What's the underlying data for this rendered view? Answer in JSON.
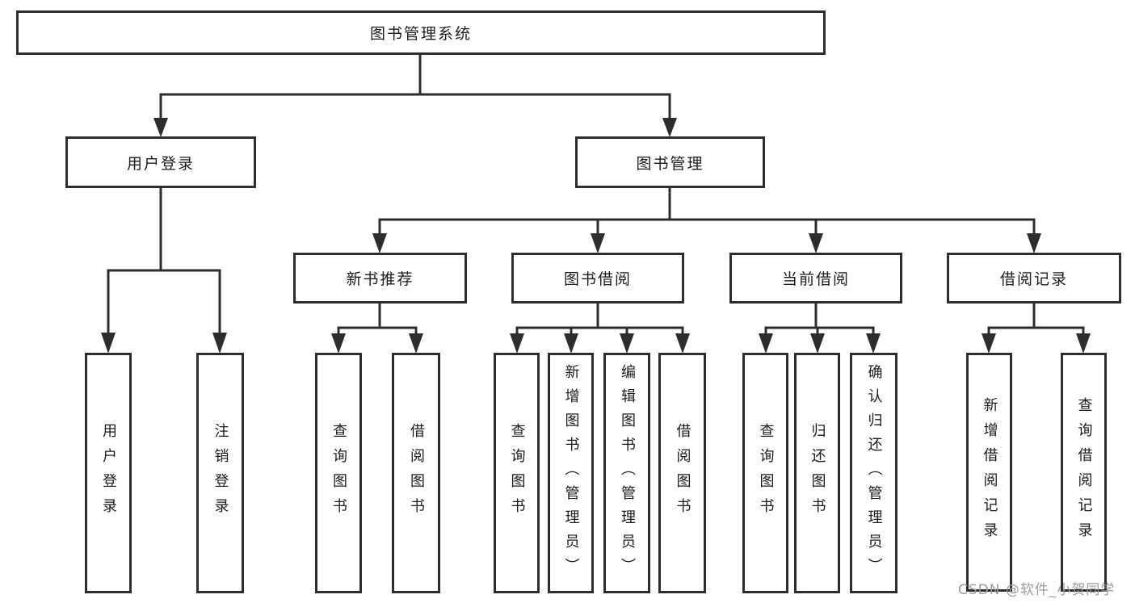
{
  "diagram": {
    "title": "图书管理系统",
    "type": "hierarchy-tree",
    "watermark": "CSDN @软件_小贺同学",
    "colors": {
      "line": "#2d2d2d",
      "text": "#1b1b1b",
      "watermark": "#9b9b9b",
      "background": "#ffffff"
    },
    "nodes": {
      "root": {
        "label": "图书管理系统",
        "level": 1
      },
      "user_login": {
        "label": "用户登录",
        "level": 2
      },
      "book_mgmt": {
        "label": "图书管理",
        "level": 2
      },
      "new_books": {
        "label": "新书推荐",
        "level": 3
      },
      "book_borrow": {
        "label": "图书借阅",
        "level": 3
      },
      "current_borrow": {
        "label": "当前借阅",
        "level": 3
      },
      "borrow_records": {
        "label": "借阅记录",
        "level": 3
      },
      "leaf_user_login": {
        "label": "用户登录",
        "level": 4
      },
      "leaf_logout": {
        "label": "注销登录",
        "level": 4
      },
      "leaf_query_books_1": {
        "label": "查询图书",
        "level": 4
      },
      "leaf_borrow_books_1": {
        "label": "借阅图书",
        "level": 4
      },
      "leaf_query_books_2": {
        "label": "查询图书",
        "level": 4
      },
      "leaf_add_books": {
        "label": "新增图书（管理员）",
        "level": 4
      },
      "leaf_edit_books": {
        "label": "编辑图书（管理员）",
        "level": 4
      },
      "leaf_borrow_books_2": {
        "label": "借阅图书",
        "level": 4
      },
      "leaf_query_books_3": {
        "label": "查询图书",
        "level": 4
      },
      "leaf_return_books": {
        "label": "归还图书",
        "level": 4
      },
      "leaf_confirm_return": {
        "label": "确认归还（管理员）",
        "level": 4
      },
      "leaf_add_record": {
        "label": "新增借阅记录",
        "level": 4
      },
      "leaf_query_record": {
        "label": "查询借阅记录",
        "level": 4
      }
    },
    "edges": [
      [
        "root",
        "user_login"
      ],
      [
        "root",
        "book_mgmt"
      ],
      [
        "user_login",
        "leaf_user_login"
      ],
      [
        "user_login",
        "leaf_logout"
      ],
      [
        "book_mgmt",
        "new_books"
      ],
      [
        "book_mgmt",
        "book_borrow"
      ],
      [
        "book_mgmt",
        "current_borrow"
      ],
      [
        "book_mgmt",
        "borrow_records"
      ],
      [
        "new_books",
        "leaf_query_books_1"
      ],
      [
        "new_books",
        "leaf_borrow_books_1"
      ],
      [
        "book_borrow",
        "leaf_query_books_2"
      ],
      [
        "book_borrow",
        "leaf_add_books"
      ],
      [
        "book_borrow",
        "leaf_edit_books"
      ],
      [
        "book_borrow",
        "leaf_borrow_books_2"
      ],
      [
        "current_borrow",
        "leaf_query_books_3"
      ],
      [
        "current_borrow",
        "leaf_return_books"
      ],
      [
        "current_borrow",
        "leaf_confirm_return"
      ],
      [
        "borrow_records",
        "leaf_add_record"
      ],
      [
        "borrow_records",
        "leaf_query_record"
      ]
    ]
  }
}
